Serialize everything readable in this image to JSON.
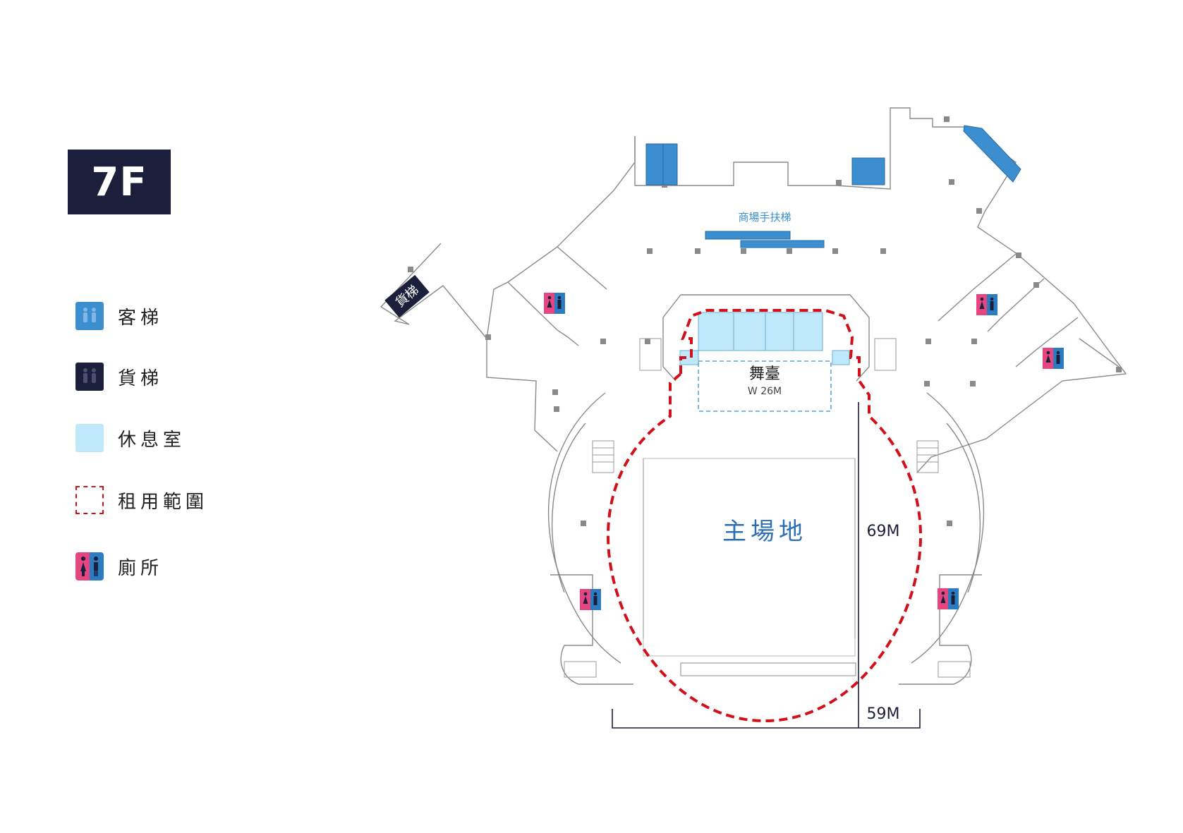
{
  "floor": {
    "label": "7F"
  },
  "legend": {
    "items": [
      {
        "key": "passenger_elevator",
        "label": "客梯",
        "icon": "passenger-elevator-icon",
        "color": "#3b8fd0"
      },
      {
        "key": "freight_elevator",
        "label": "貨梯",
        "icon": "freight-elevator-icon",
        "color": "#1c1f3b"
      },
      {
        "key": "lounge",
        "label": "休息室",
        "icon": "lounge-icon",
        "color": "#bfe8fa"
      },
      {
        "key": "rental_area",
        "label": "租用範圍",
        "icon": "rental-area-icon",
        "color": "#d0111b"
      },
      {
        "key": "restroom",
        "label": "廁所",
        "icon": "restroom-icon",
        "color": "#e6457f"
      }
    ]
  },
  "map": {
    "escalator_label": "商場手扶梯",
    "freight_tag": "貨梯",
    "stage_label": "舞臺",
    "stage_width": "W 26M",
    "main_venue_label": "主場地",
    "depth_dimension": "69M",
    "width_dimension": "59M"
  },
  "colors": {
    "navy": "#1c1f3b",
    "elevator_blue": "#3b8fd0",
    "lounge_blue": "#bfe8fa",
    "rental_red": "#d0111b",
    "venue_text_blue": "#2c6fb5",
    "restroom_pink": "#e6457f",
    "restroom_blue": "#2c7cc2"
  }
}
